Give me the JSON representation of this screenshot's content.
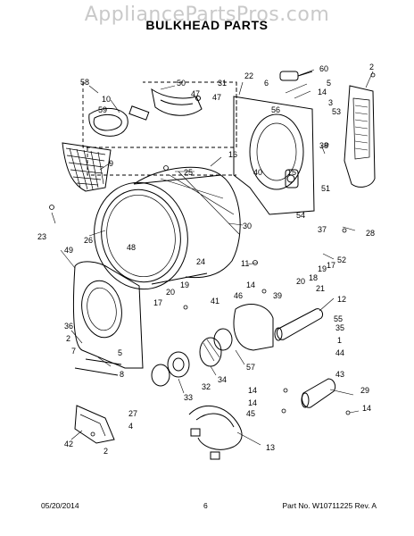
{
  "watermark": "AppliancePartsPros.com",
  "title": "BULKHEAD PARTS",
  "footer": {
    "date": "05/20/2014",
    "page": "6",
    "part": "Part No. W10711225  Rev. A"
  },
  "callouts": [
    "2",
    "60",
    "58",
    "50",
    "22",
    "31",
    "6",
    "5",
    "14",
    "10",
    "47",
    "59",
    "47",
    "3",
    "56",
    "53",
    "9",
    "25",
    "16",
    "38",
    "40",
    "15",
    "23",
    "51",
    "26",
    "30",
    "37",
    "28",
    "49",
    "48",
    "54",
    "24",
    "11",
    "52",
    "17",
    "19",
    "18",
    "20",
    "14",
    "46",
    "21",
    "39",
    "12",
    "19",
    "20",
    "17",
    "55",
    "41",
    "36",
    "2",
    "7",
    "5",
    "8",
    "35",
    "1",
    "57",
    "44",
    "43",
    "14",
    "34",
    "32",
    "33",
    "29",
    "14",
    "45",
    "27",
    "4",
    "14",
    "42",
    "2",
    "13"
  ]
}
